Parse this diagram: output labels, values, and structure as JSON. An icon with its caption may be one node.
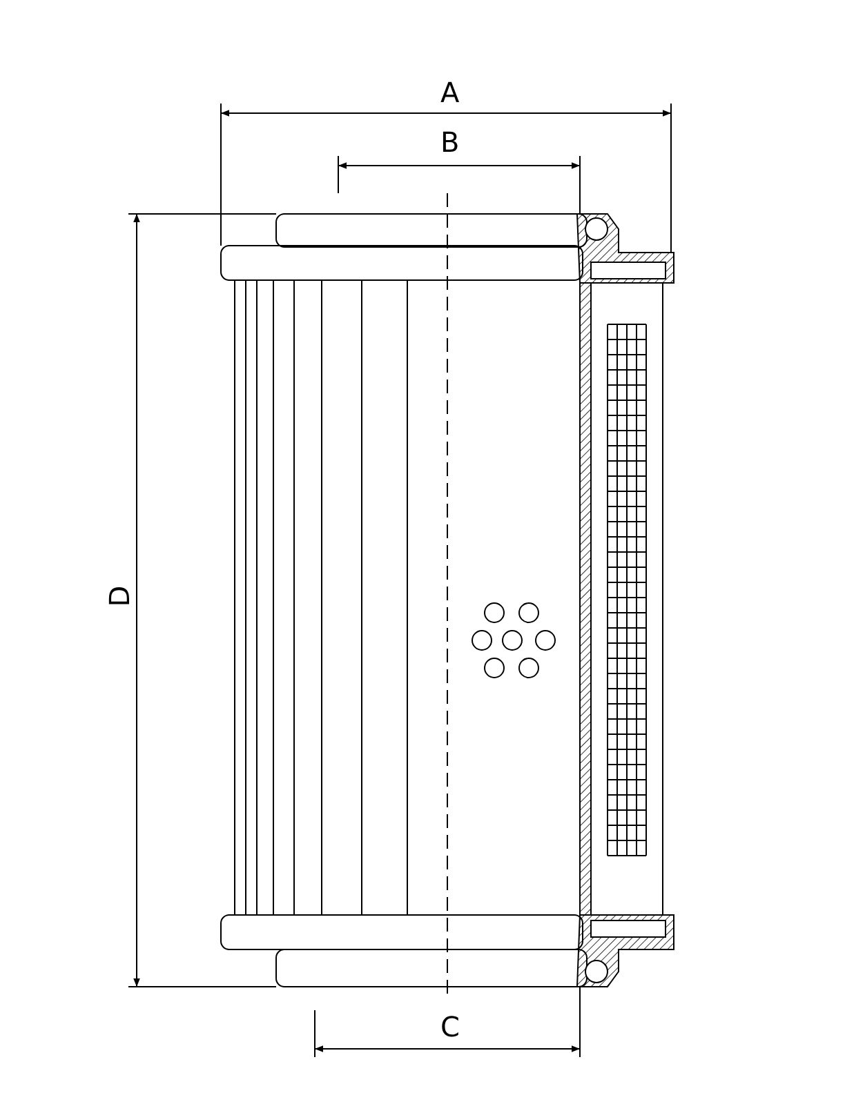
{
  "diagram": {
    "labels": [
      "A",
      "B",
      "D",
      "C"
    ]
  }
}
